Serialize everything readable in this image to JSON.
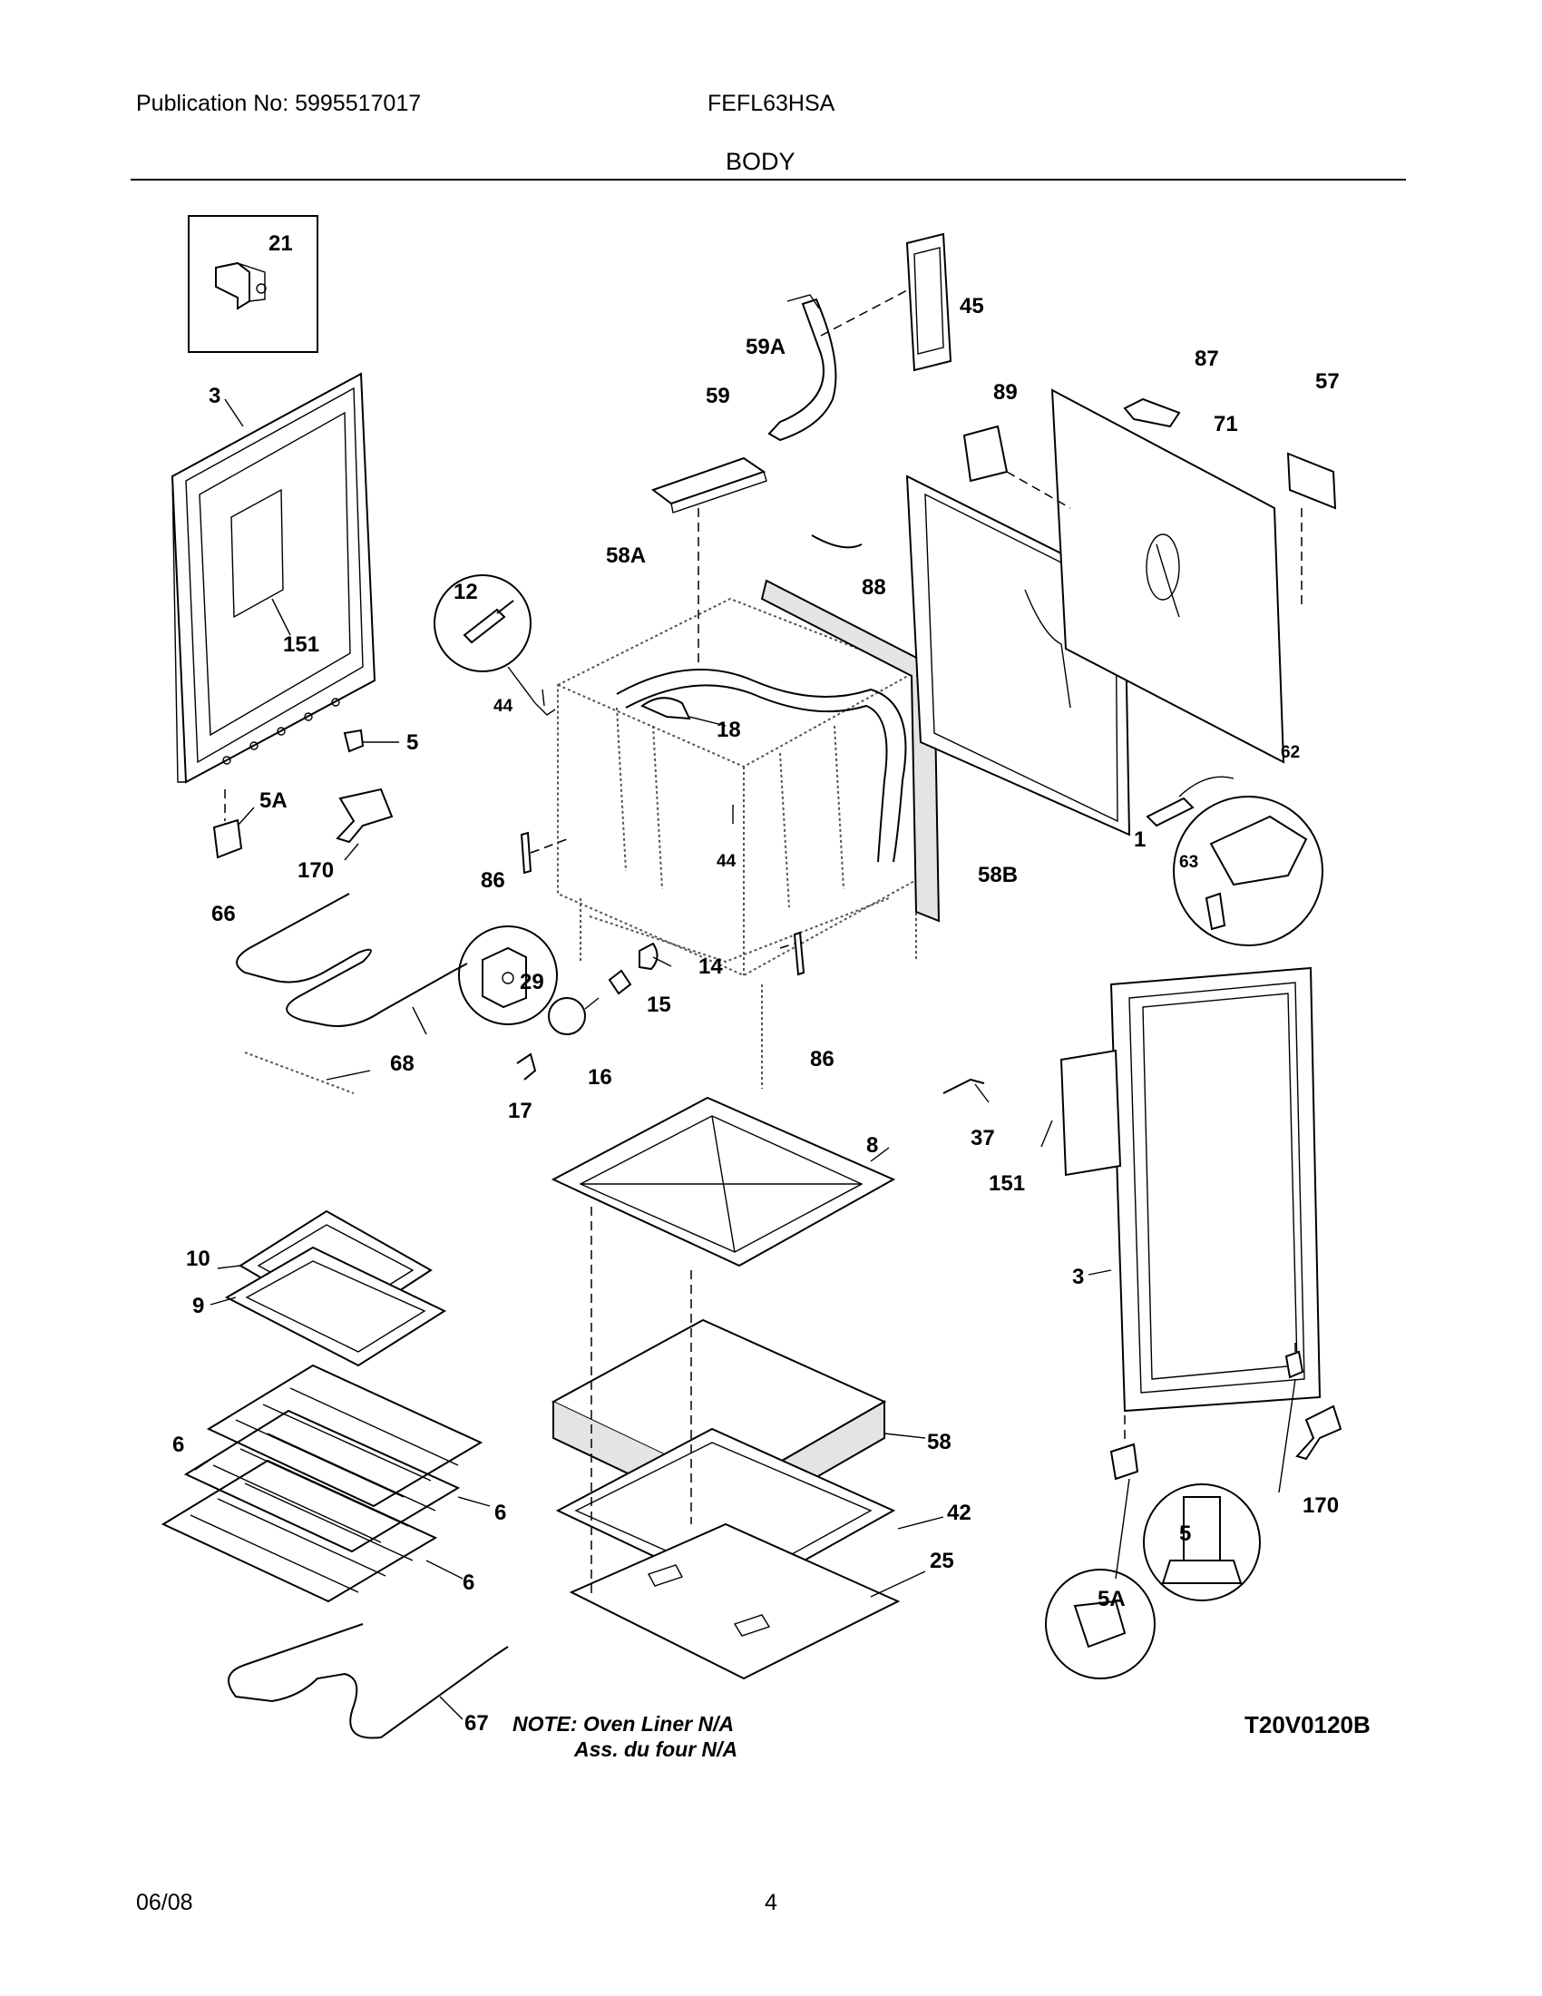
{
  "header": {
    "publication": "Publication No: 5995517017",
    "model": "FEFL63HSA",
    "section": "BODY"
  },
  "labels": {
    "p21": "21",
    "p3_left": "3",
    "p151_left": "151",
    "p5_left": "5",
    "p5A_left": "5A",
    "p170_left": "170",
    "p66": "66",
    "p68": "68",
    "p12": "12",
    "p44_a": "44",
    "p44_b": "44",
    "p58A": "58A",
    "p18": "18",
    "p86_a": "86",
    "p86_b": "86",
    "p29": "29",
    "p14": "14",
    "p15": "15",
    "p16": "16",
    "p17": "17",
    "p59": "59",
    "p59A": "59A",
    "p45": "45",
    "p88": "88",
    "p89": "89",
    "p87": "87",
    "p71": "71",
    "p57": "57",
    "p62": "62",
    "p63": "63",
    "p1": "1",
    "p58B": "58B",
    "p8": "8",
    "p37": "37",
    "p151_right": "151",
    "p3_right": "3",
    "p10": "10",
    "p9": "9",
    "p6_a": "6",
    "p6_b": "6",
    "p6_c": "6",
    "p58": "58",
    "p42": "42",
    "p25": "25",
    "p67": "67",
    "p170_right": "170",
    "p5_right": "5",
    "p5A_right": "5A"
  },
  "note": {
    "line1": "NOTE: Oven Liner N/A",
    "line2": "Ass. du four N/A"
  },
  "diagram_code": "T20V0120B",
  "footer": {
    "date": "06/08",
    "page": "4"
  }
}
